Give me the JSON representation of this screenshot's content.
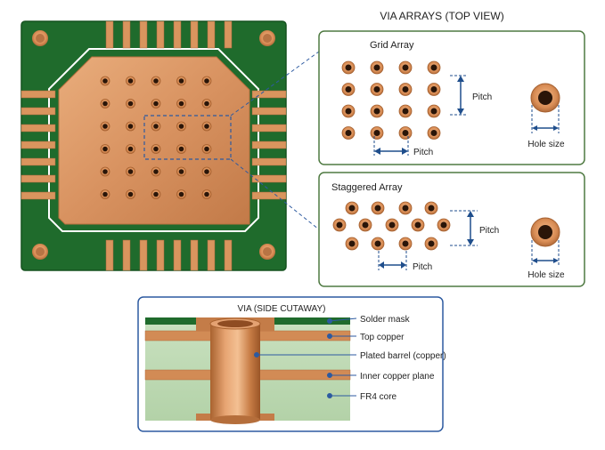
{
  "panels": {
    "top_view": {
      "title": "VIA ARRAYS (TOP VIEW)",
      "grid": {
        "title": "Grid Array",
        "pitch_vertical": "Pitch",
        "pitch_horizontal": "Pitch",
        "hole_size": "Hole size"
      },
      "staggered": {
        "title": "Staggered Array",
        "pitch_vertical": "Pitch",
        "pitch_horizontal": "Pitch",
        "hole_size": "Hole size"
      }
    },
    "side_view": {
      "title": "VIA (SIDE CUTAWAY)",
      "labels": {
        "solder_mask": "Solder mask",
        "top_copper": "Top copper",
        "plated_barrel": "Plated barrel (copper)",
        "inner_plane": "Inner copper plane",
        "fr4_core": "FR4 core"
      }
    }
  },
  "colors": {
    "pcb_green": "#1f6b2c",
    "pcb_green_dark": "#184f22",
    "copper": "#d9955e",
    "copper_dark": "#a8653a",
    "fr4": "#bfd9b6",
    "outline": "#3c6a3a",
    "dim_line": "#1f4e8c"
  }
}
